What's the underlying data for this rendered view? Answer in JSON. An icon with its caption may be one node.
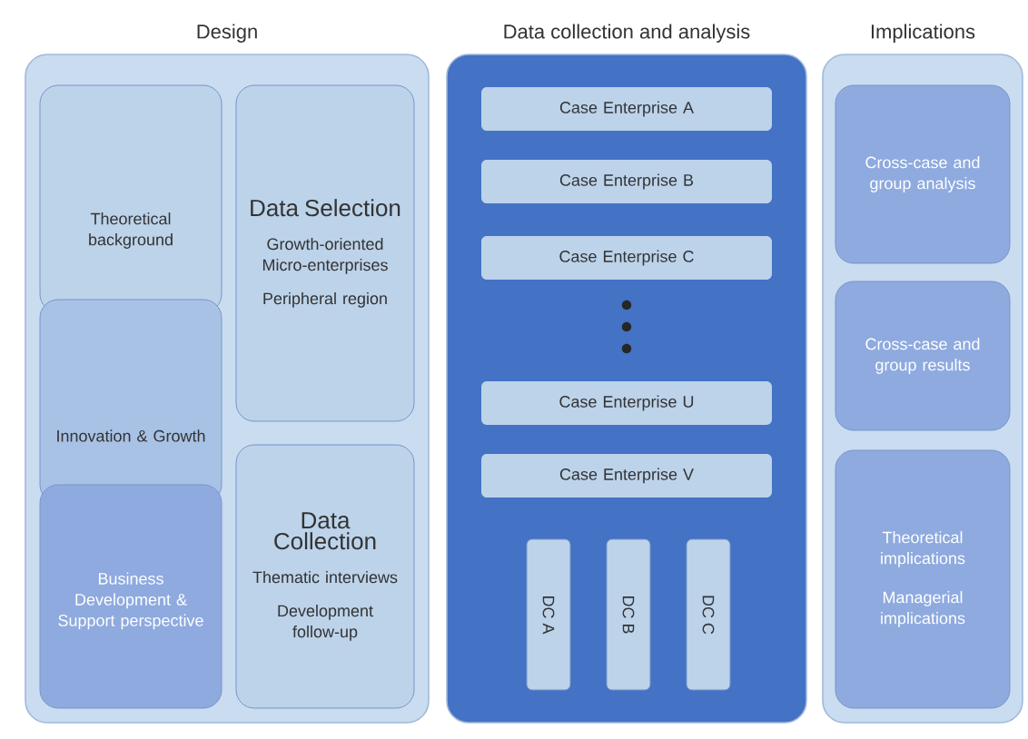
{
  "diagram": {
    "nodes": [
      {
        "text": [
          "Design"
        ]
      },
      {
        "text": [
          "Theoretical background"
        ],
        "in": 0
      },
      {
        "text": [
          "Innovation & Growth"
        ],
        "in": 0
      },
      {
        "text": [
          "Business Development & Support perspective"
        ],
        "in": 0
      },
      {
        "text": [
          "Data Selection",
          "Growth-oriented Micro-enterprises",
          "Peripheral region"
        ],
        "in": 0
      },
      {
        "text": [
          "Data Collection",
          "Thematic interviews",
          "Development follow-up"
        ],
        "in": 0
      },
      {
        "text": [
          "Data collection and analysis"
        ]
      },
      {
        "text": [
          "Case Enterprise A"
        ],
        "in": 6
      },
      {
        "text": [
          "Case Enterprise B"
        ],
        "in": 6
      },
      {
        "text": [
          "Case Enterprise C"
        ],
        "in": 6
      },
      {
        "text": [
          "Case Enterprise U"
        ],
        "in": 6
      },
      {
        "text": [
          "Case Enterprise V"
        ],
        "in": 6
      },
      {
        "text": [
          "DC A"
        ],
        "in": 6
      },
      {
        "text": [
          "DC B"
        ],
        "in": 6
      },
      {
        "text": [
          "DC C"
        ],
        "in": 6
      },
      {
        "text": [
          "Implications"
        ]
      },
      {
        "text": [
          "Cross-case and group analysis"
        ],
        "in": 15
      },
      {
        "text": [
          "Cross-case and group results"
        ],
        "in": 15
      },
      {
        "text": [
          "Theoretical implications",
          "Managerial implications"
        ],
        "in": 15
      }
    ]
  }
}
